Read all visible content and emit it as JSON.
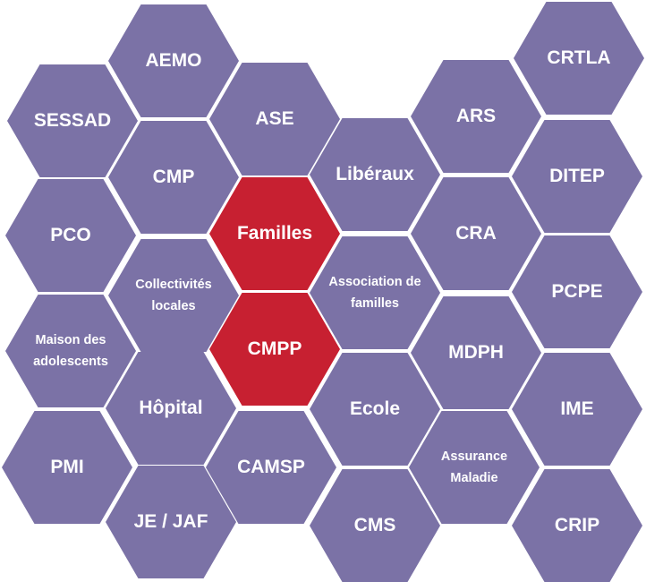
{
  "colors": {
    "default": "#7b72a6",
    "highlight": "#c72031"
  },
  "nodes": [
    {
      "label": "AEMO",
      "style": "default"
    },
    {
      "label": "CRTLA",
      "style": "default"
    },
    {
      "label": "SESSAD",
      "style": "default"
    },
    {
      "label": "ASE",
      "style": "default"
    },
    {
      "label": "ARS",
      "style": "default"
    },
    {
      "label": "CMP",
      "style": "default"
    },
    {
      "label": "Libéraux",
      "style": "default"
    },
    {
      "label": "DITEP",
      "style": "default"
    },
    {
      "label": "PCO",
      "style": "default"
    },
    {
      "label": "Familles",
      "style": "highlight"
    },
    {
      "label": "CRA",
      "style": "default"
    },
    {
      "label": "Collectivités locales",
      "style": "default"
    },
    {
      "label": "Association de familles",
      "style": "default"
    },
    {
      "label": "PCPE",
      "style": "default"
    },
    {
      "label": "Maison des adolescents",
      "style": "default"
    },
    {
      "label": "CMPP",
      "style": "highlight"
    },
    {
      "label": "MDPH",
      "style": "default"
    },
    {
      "label": "Hôpital",
      "style": "default"
    },
    {
      "label": "Ecole",
      "style": "default"
    },
    {
      "label": "IME",
      "style": "default"
    },
    {
      "label": "PMI",
      "style": "default"
    },
    {
      "label": "CAMSP",
      "style": "default"
    },
    {
      "label": "Assurance Maladie",
      "style": "default"
    },
    {
      "label": "JE / JAF",
      "style": "default"
    },
    {
      "label": "CMS",
      "style": "default"
    },
    {
      "label": "CRIP",
      "style": "default"
    }
  ]
}
